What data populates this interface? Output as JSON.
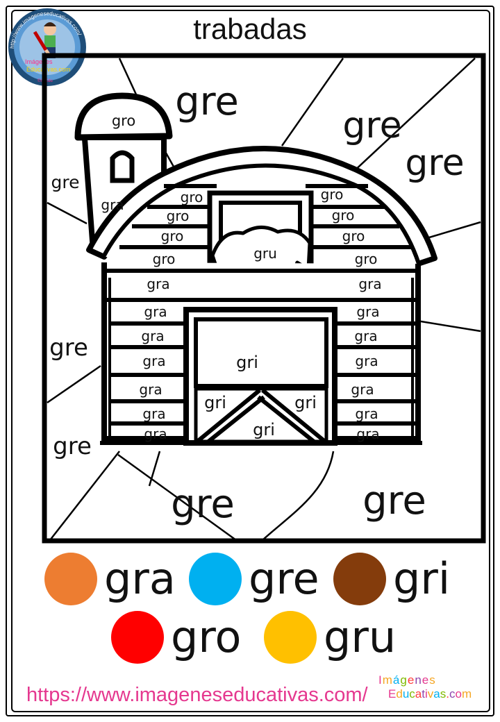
{
  "title": "trabadas",
  "logo": {
    "ring_text": "http://www.imageneseducativas.com/",
    "brand_top": "Imágenes",
    "brand_bottom": "Educativas.com",
    "small_caption": "©ImEdu",
    "icon": "kid-with-pencil-icon"
  },
  "regions": {
    "silo_top": "gro",
    "silo_body": "gra",
    "left_of_silo": "gre",
    "sky_top": "gre",
    "sky_top_right_1": "gre",
    "sky_top_right_2": "gre",
    "left_mid": "gre",
    "left_low": "gre",
    "bottom_mid": "gre",
    "bottom_right": "gre",
    "roof_left": [
      "gro",
      "gro",
      "gro",
      "gro"
    ],
    "roof_right": [
      "gro",
      "gro",
      "gro",
      "gro"
    ],
    "hay": "gru",
    "wall_left": [
      "gra",
      "gra",
      "gra",
      "gra",
      "gra",
      "gra",
      "gra"
    ],
    "wall_right": [
      "gra",
      "gra",
      "gra",
      "gra",
      "gra",
      "gra",
      "gra"
    ],
    "door_top": "gri",
    "door_left": "gri",
    "door_right": "gri",
    "door_bottom": "gri"
  },
  "legend": [
    {
      "label": "gra",
      "color": "#ed7d31"
    },
    {
      "label": "gre",
      "color": "#00b0f0"
    },
    {
      "label": "gri",
      "color": "#843c0c"
    },
    {
      "label": "gro",
      "color": "#ff0000"
    },
    {
      "label": "gru",
      "color": "#ffc000"
    }
  ],
  "footer": {
    "url": "https://www.imageneseducativas.com/",
    "brand_line1": "Imágenes",
    "brand_line2": "Educativas.com"
  }
}
